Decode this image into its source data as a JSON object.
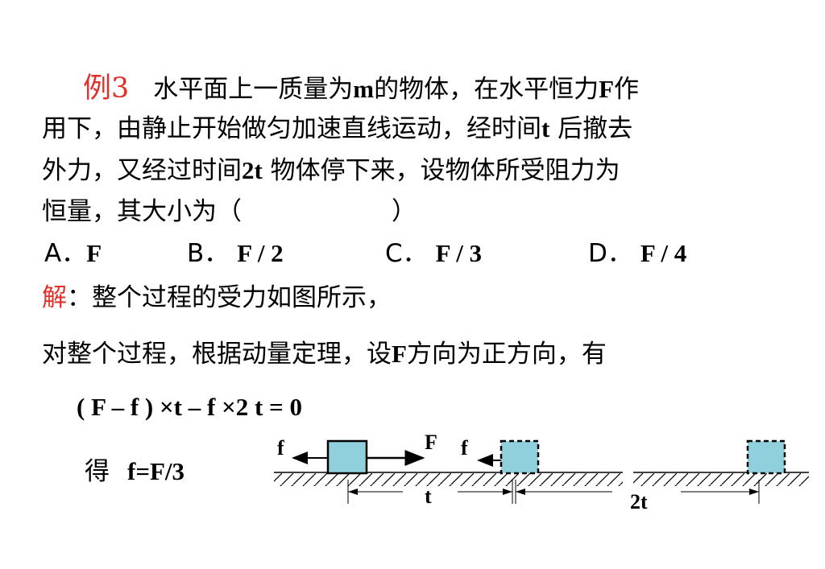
{
  "problem": {
    "example_label": "例3",
    "line1": "水平面上一质量为",
    "m": "m",
    "line1b": "的物体，在水平恒力",
    "F": "F",
    "line1c": "作",
    "line2a": "用下，由静止开始做匀加速直线运动，经时间",
    "t": "t",
    "line2b": " 后撤去",
    "line3a": "外力，又经过时间",
    "t2": "2t",
    "line3b": " 物体停下来，设物体所受阻力为",
    "line4": "恒量，其大小为（　　　　　　）"
  },
  "options": [
    {
      "letter": "A．",
      "value": "F"
    },
    {
      "letter": "B．",
      "value": "F / 2"
    },
    {
      "letter": "C．",
      "value": "F / 3"
    },
    {
      "letter": "D．",
      "value": "F / 4"
    }
  ],
  "solution": {
    "label": "解",
    "colon_text": "：整个过程的受力如图所示，",
    "line2a": "对整个过程，根据动量定理，设",
    "F": "F",
    "line2b": "方向为正方向，有",
    "formula": "( F – f ) ×t – f ×2 t = 0",
    "result_prefix": "得",
    "result": "f=F/3"
  },
  "diagram": {
    "f1": "f",
    "F": "F",
    "f2": "f",
    "t": "t",
    "t2": "2t",
    "box_fill": "#8fd0dc"
  }
}
